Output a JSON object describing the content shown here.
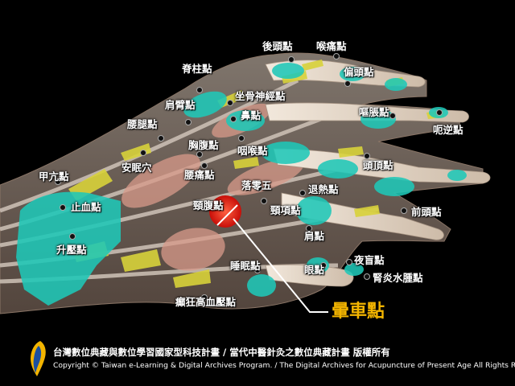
{
  "points": [
    {
      "id": "hou-tou",
      "label": "後頭點"
    },
    {
      "id": "hou-tong",
      "label": "喉痛點"
    },
    {
      "id": "ji-zhu",
      "label": "脊柱點"
    },
    {
      "id": "pian-tou",
      "label": "偏頭點"
    },
    {
      "id": "zuo-gu",
      "label": "坐骨神經點"
    },
    {
      "id": "jian-bi",
      "label": "肩臂點"
    },
    {
      "id": "bi",
      "label": "鼻點"
    },
    {
      "id": "ou-zhang",
      "label": "嘔脹點"
    },
    {
      "id": "yao-tui",
      "label": "腰腿點"
    },
    {
      "id": "e-ni",
      "label": "呃逆點"
    },
    {
      "id": "xiong-fu",
      "label": "胸腹點"
    },
    {
      "id": "yan-hou",
      "label": "咽喉點"
    },
    {
      "id": "an-xi",
      "label": "安眠穴"
    },
    {
      "id": "tou-ding",
      "label": "頭頂點"
    },
    {
      "id": "jia-wan",
      "label": "甲亢點"
    },
    {
      "id": "yao-tong",
      "label": "腰痛點"
    },
    {
      "id": "luo-ling-wu",
      "label": "落零五"
    },
    {
      "id": "tui-re",
      "label": "退熱點"
    },
    {
      "id": "zhi-xue",
      "label": "止血點"
    },
    {
      "id": "jing-fu",
      "label": "頸腹點"
    },
    {
      "id": "jing-xiang",
      "label": "頸項點"
    },
    {
      "id": "qian-tou",
      "label": "前頭點"
    },
    {
      "id": "jian",
      "label": "肩點"
    },
    {
      "id": "sheng-ya",
      "label": "升壓點"
    },
    {
      "id": "ye-mang",
      "label": "夜盲點"
    },
    {
      "id": "shui-mian",
      "label": "睡眠點"
    },
    {
      "id": "yan",
      "label": "眼點"
    },
    {
      "id": "shen-yan",
      "label": "腎炎水腫點"
    },
    {
      "id": "dian-kuang",
      "label": "癲狂高血壓點"
    }
  ],
  "highlight": {
    "label": "暈車點",
    "color": "#f2b400"
  },
  "footer": {
    "chinese": "台灣數位典藏與數位學習國家型科技計畫 / 當代中醫針灸之數位典藏計畫 版權所有",
    "english": "Copyright © Taiwan e-Learning & Digital Archives Program. / The Digital Archives for Acupuncture of Present Age All Rights Reserved."
  },
  "colors": {
    "teal": "#1fc8b8",
    "yellow": "#d8d23a",
    "muscle": "#d89a8a",
    "red": "#e81a14",
    "background": "#000000"
  }
}
